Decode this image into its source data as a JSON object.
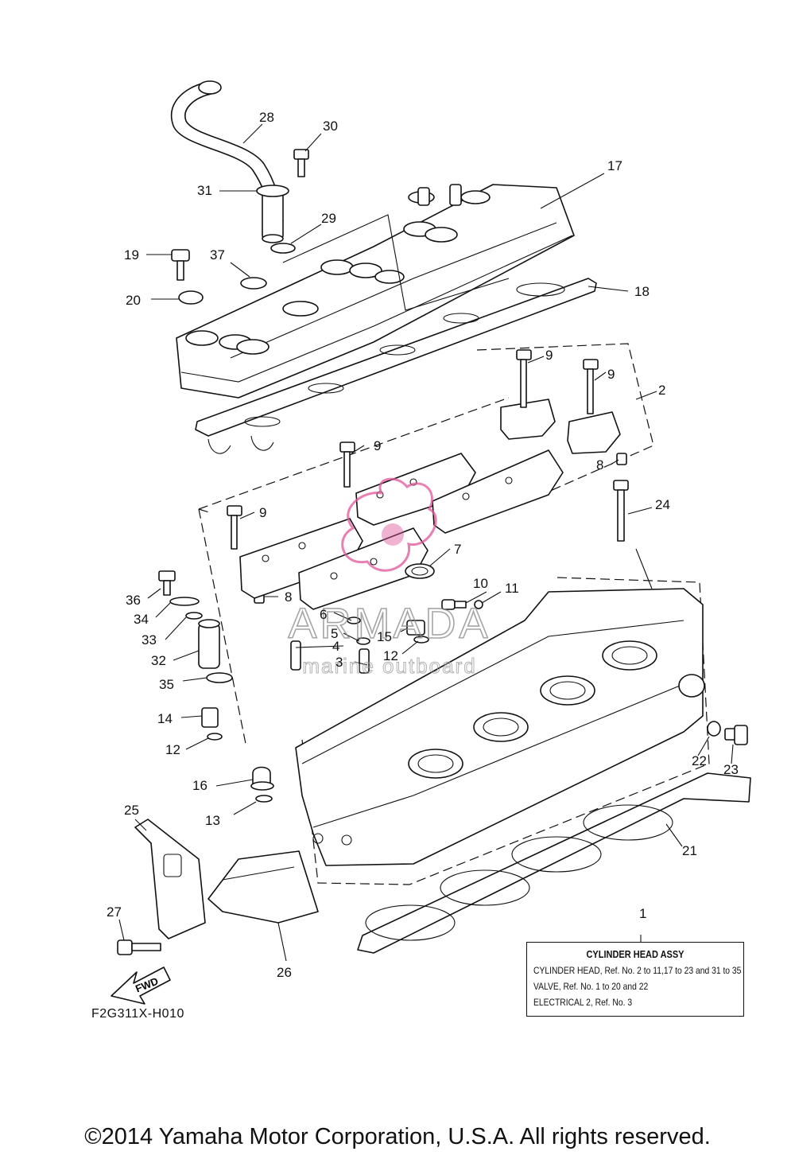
{
  "callouts": [
    {
      "n": "1"
    },
    {
      "n": "2"
    },
    {
      "n": "3"
    },
    {
      "n": "4"
    },
    {
      "n": "5"
    },
    {
      "n": "6"
    },
    {
      "n": "7"
    },
    {
      "n": "8"
    },
    {
      "n": "8"
    },
    {
      "n": "9"
    },
    {
      "n": "9"
    },
    {
      "n": "9"
    },
    {
      "n": "9"
    },
    {
      "n": "10"
    },
    {
      "n": "11"
    },
    {
      "n": "12"
    },
    {
      "n": "12"
    },
    {
      "n": "13"
    },
    {
      "n": "14"
    },
    {
      "n": "15"
    },
    {
      "n": "16"
    },
    {
      "n": "17"
    },
    {
      "n": "18"
    },
    {
      "n": "19"
    },
    {
      "n": "20"
    },
    {
      "n": "21"
    },
    {
      "n": "22"
    },
    {
      "n": "23"
    },
    {
      "n": "24"
    },
    {
      "n": "25"
    },
    {
      "n": "26"
    },
    {
      "n": "27"
    },
    {
      "n": "28"
    },
    {
      "n": "29"
    },
    {
      "n": "30"
    },
    {
      "n": "31"
    },
    {
      "n": "32"
    },
    {
      "n": "33"
    },
    {
      "n": "34"
    },
    {
      "n": "35"
    },
    {
      "n": "36"
    },
    {
      "n": "37"
    }
  ],
  "assy_box": {
    "title": "CYLINDER HEAD ASSY",
    "lines": [
      "CYLINDER HEAD, Ref. No. 2 to 11,17 to 23 and 31 to 35",
      "VALVE, Ref. No. 1 to 20 and 22",
      "ELECTRICAL 2, Ref. No. 3"
    ]
  },
  "fwd_label": "FWD",
  "drawing_code": "F2G311X-H010",
  "watermark": {
    "brand": "ARMADA",
    "tagline": "marine outboard",
    "color": "#e0559a"
  },
  "copyright": "©2014 Yamaha Motor Corporation, U.S.A. All rights reserved."
}
